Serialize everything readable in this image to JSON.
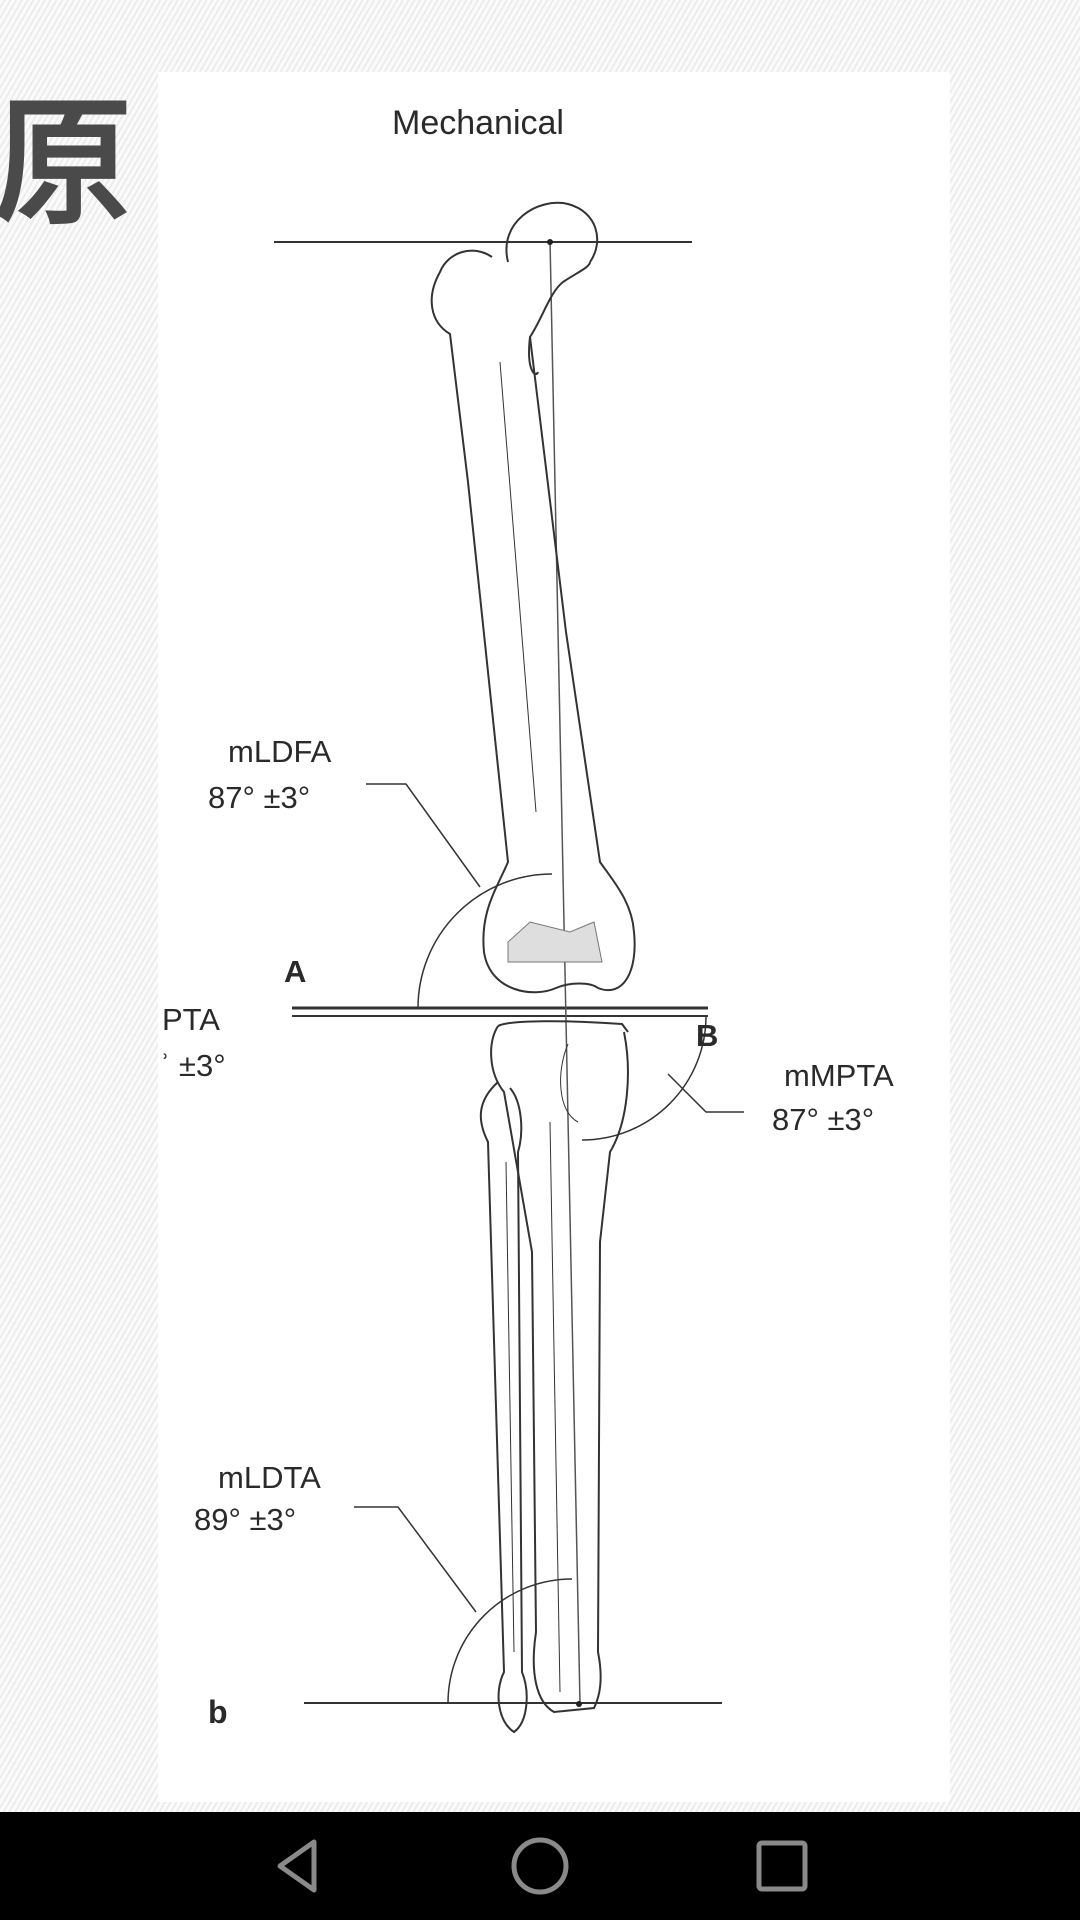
{
  "side_character": "原",
  "figure": {
    "title": "Mechanical",
    "panel_label": "b",
    "points": {
      "a": "A",
      "b": "B"
    },
    "annotations": {
      "mldfa": {
        "name": "mLDFA",
        "value": "87° ±3°"
      },
      "mmpta": {
        "name": "mMPTA",
        "value": "87° ±3°"
      },
      "mldta": {
        "name": "mLDTA",
        "value": "89° ±3°"
      },
      "cropped_left": {
        "name": "PTA",
        "value": "ʾ ±3°"
      }
    }
  },
  "nav_bar": {
    "background": "#000000",
    "icon_color": "#8a8a8a",
    "buttons": [
      {
        "icon": "back-triangle-icon"
      },
      {
        "icon": "home-circle-icon"
      },
      {
        "icon": "recents-square-icon"
      }
    ]
  }
}
